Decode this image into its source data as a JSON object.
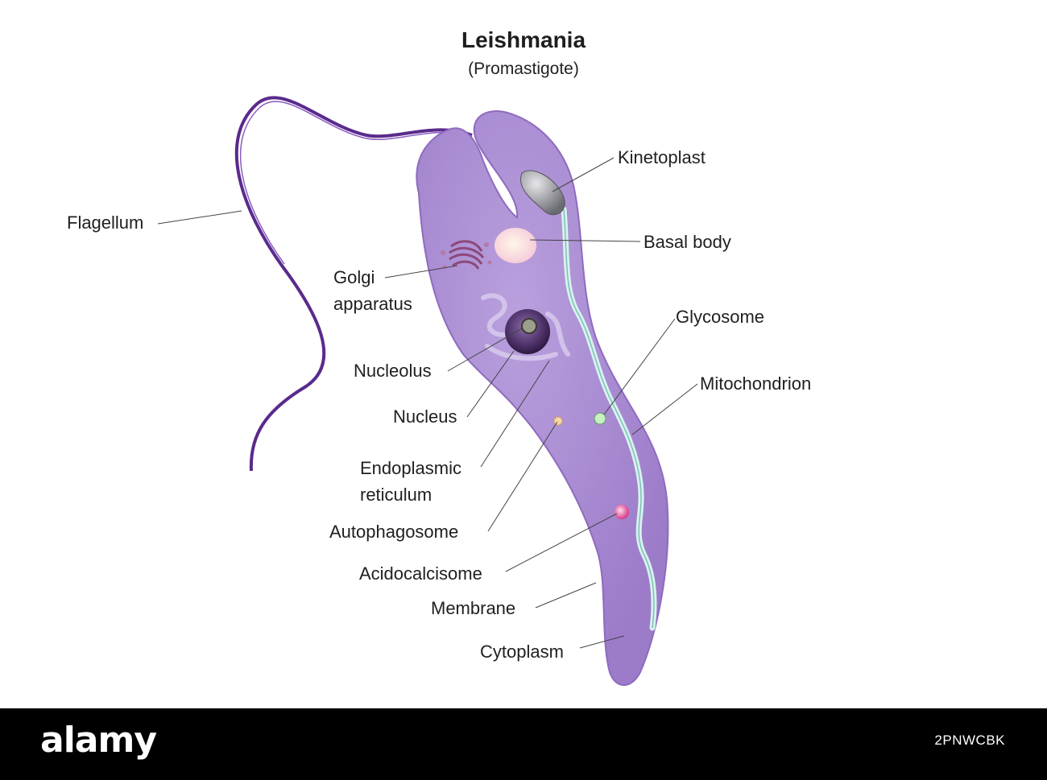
{
  "diagram": {
    "title": "Leishmania",
    "subtitle": "(Promastigote)",
    "labels": {
      "flagellum": "Flagellum",
      "golgi_line1": "Golgi",
      "golgi_line2": "apparatus",
      "nucleolus": "Nucleolus",
      "nucleus": "Nucleus",
      "er_line1": "Endoplasmic",
      "er_line2": "reticulum",
      "autophagosome": "Autophagosome",
      "acidocalcisome": "Acidocalcisome",
      "membrane": "Membrane",
      "cytoplasm": "Cytoplasm",
      "kinetoplast": "Kinetoplast",
      "basal_body": "Basal body",
      "glycosome": "Glycosome",
      "mitochondrion": "Mitochondrion"
    },
    "colors": {
      "cell_body": "#a98ad1",
      "cell_edge": "#8e6bbf",
      "flagellum": "#5a2a8c",
      "mitochondrion": "#cfeee9",
      "acidocalcisome": "#e0559b",
      "glycosome": "#a8e0a0",
      "autophagosome": "#f2c98a"
    }
  },
  "footer": {
    "brand": "alamy",
    "image_id": "2PNWCBK"
  }
}
